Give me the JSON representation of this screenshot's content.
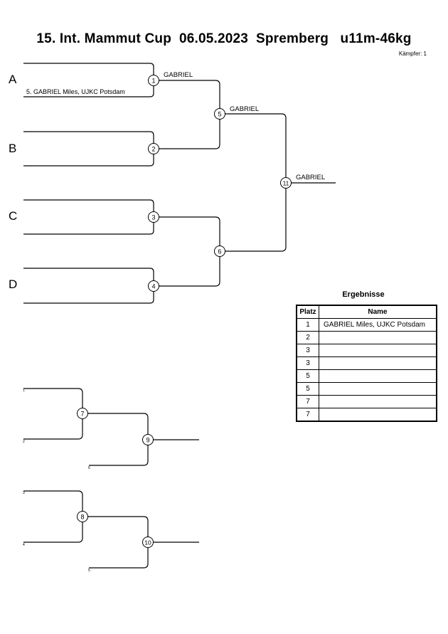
{
  "header": {
    "title": "15. Int. Mammut Cup  06.05.2023  Spremberg   u11m-46kg",
    "fighters_label": "Kämpfer: 1"
  },
  "groups": {
    "a": "A",
    "b": "B",
    "c": "C",
    "d": "D"
  },
  "main_bracket": {
    "entry_a": "5. GABRIEL Miles, UJKC Potsdam",
    "winner_1": "GABRIEL",
    "winner_5": "GABRIEL",
    "winner_11": "GABRIEL",
    "match_numbers": [
      "1",
      "2",
      "3",
      "4",
      "5",
      "6",
      "11"
    ]
  },
  "repechage": {
    "match_numbers": [
      "7",
      "9",
      "8",
      "10"
    ],
    "slot_labels": [
      "1",
      "2",
      "6",
      "3",
      "4",
      "5"
    ]
  },
  "results": {
    "title": "Ergebnisse",
    "col_place": "Platz",
    "col_name": "Name",
    "rows": [
      {
        "place": "1",
        "name": "GABRIEL Miles, UJKC Potsdam"
      },
      {
        "place": "2",
        "name": ""
      },
      {
        "place": "3",
        "name": ""
      },
      {
        "place": "3",
        "name": ""
      },
      {
        "place": "5",
        "name": ""
      },
      {
        "place": "5",
        "name": ""
      },
      {
        "place": "7",
        "name": ""
      },
      {
        "place": "7",
        "name": ""
      }
    ]
  }
}
